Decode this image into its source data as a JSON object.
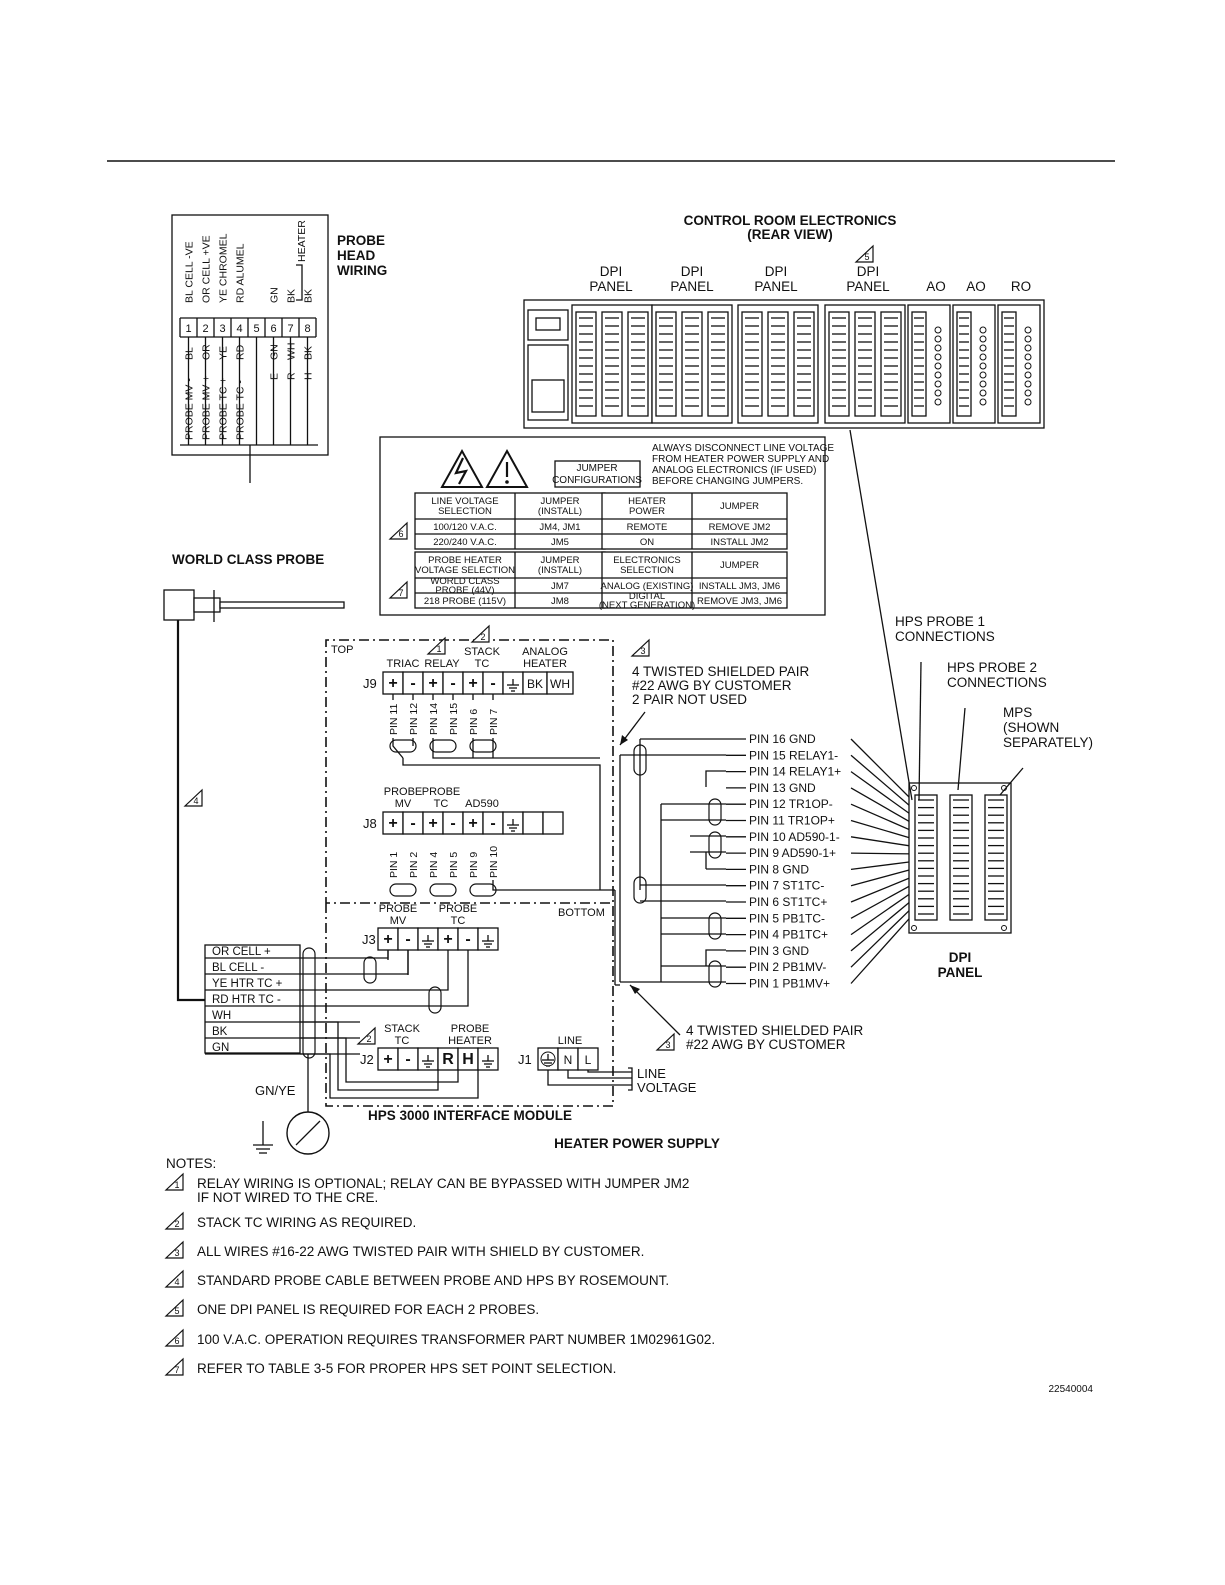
{
  "probe_head": {
    "title_lines": [
      "PROBE",
      "HEAD",
      "WIRING"
    ],
    "top_labels": [
      "BL CELL -VE",
      "OR CELL +VE",
      "YE CHROMEL",
      "RD ALUMEL",
      "",
      "GN",
      "BK",
      "BK"
    ],
    "heater_label": "HEATER",
    "terminals": [
      "1",
      "2",
      "3",
      "4",
      "5",
      "6",
      "7",
      "8"
    ],
    "color_codes": [
      "BL",
      "OR",
      "YE",
      "RD",
      "",
      "GN",
      "WH",
      "BK"
    ],
    "signal_labels": [
      "PROBE MV -",
      "PROBE MV +",
      "PROBE TC +",
      "PROBE TC -",
      "",
      "E",
      "R",
      "H"
    ]
  },
  "world_class_probe": "WORLD CLASS PROBE",
  "cre": {
    "title": "CONTROL ROOM ELECTRONICS",
    "subtitle": "(REAR VIEW)",
    "panels": [
      "DPI\nPANEL",
      "DPI\nPANEL",
      "DPI\nPANEL",
      "DPI\nPANEL",
      "AO",
      "AO",
      "RO"
    ]
  },
  "jumpers": {
    "header": "JUMPER CONFIGURATIONS",
    "warning": [
      "ALWAYS DISCONNECT LINE VOLTAGE",
      "FROM HEATER POWER SUPPLY AND",
      "ANALOG ELECTRONICS (IF USED)",
      "BEFORE CHANGING JUMPERS."
    ],
    "line_voltage": {
      "head": [
        "LINE VOLTAGE\nSELECTION",
        "JUMPER\n(INSTALL)"
      ],
      "rows": [
        [
          "100/120 V.A.C.",
          "JM4, JM1"
        ],
        [
          "220/240 V.A.C.",
          "JM5"
        ]
      ]
    },
    "heater_power": {
      "head": [
        "HEATER\nPOWER",
        "JUMPER"
      ],
      "rows": [
        [
          "REMOTE",
          "REMOVE JM2"
        ],
        [
          "ON",
          "INSTALL JM2"
        ]
      ]
    },
    "probe_heater": {
      "head": [
        "PROBE HEATER\nVOLTAGE SELECTION",
        "JUMPER\n(INSTALL)"
      ],
      "rows": [
        [
          "WORLD CLASS\nPROBE (44V)",
          "JM7"
        ],
        [
          "218 PROBE (115V)",
          "JM8"
        ]
      ]
    },
    "electronics": {
      "head": [
        "ELECTRONICS\nSELECTION",
        "JUMPER"
      ],
      "rows": [
        [
          "ANALOG (EXISTING)",
          "INSTALL JM3, JM6"
        ],
        [
          "DIGITAL\n(NEXT GENERATION)",
          "REMOVE JM3, JM6"
        ]
      ]
    }
  },
  "module": {
    "top_label": "TOP",
    "bottom_label": "BOTTOM",
    "name": "HPS 3000 INTERFACE MODULE",
    "supply_name": "HEATER POWER SUPPLY",
    "j9": {
      "label": "J9",
      "groups": [
        "TRIAC",
        "RELAY",
        "STACK\nTC",
        "ANALOG\nHEATER"
      ],
      "terms": [
        "+",
        "-",
        "+",
        "-",
        "+",
        "-",
        "⏚",
        "BK",
        "WH"
      ],
      "pins": [
        "PIN 11",
        "PIN 12",
        "PIN 14",
        "PIN 15",
        "PIN 6",
        "PIN 7"
      ]
    },
    "j8": {
      "label": "J8",
      "groups": [
        "PROBE\nMV",
        "PROBE\nTC",
        "AD590"
      ],
      "terms": [
        "+",
        "-",
        "+",
        "-",
        "+",
        "-",
        "⏚",
        "",
        ""
      ],
      "pins": [
        "PIN 1",
        "PIN 2",
        "PIN 4",
        "PIN 5",
        "PIN 9",
        "PIN 10"
      ]
    },
    "j3": {
      "label": "J3",
      "groups": [
        "PROBE\nMV",
        "PROBE\nTC"
      ],
      "terms": [
        "+",
        "-",
        "⏚",
        "+",
        "-",
        "⏚"
      ]
    },
    "j2": {
      "label": "J2",
      "groups": [
        "STACK\nTC",
        "PROBE\nHEATER"
      ],
      "terms": [
        "+",
        "-",
        "⏚",
        "R",
        "H",
        "⏚"
      ]
    },
    "j1": {
      "label": "J1",
      "group": "LINE",
      "terms": [
        "⏚",
        "N",
        "L"
      ]
    },
    "line_voltage": [
      "LINE",
      "VOLTAGE"
    ]
  },
  "cable_wires": [
    "OR CELL +",
    "BL CELL -",
    "YE HTR TC +",
    "RD HTR TC -",
    "WH",
    "BK",
    "GN"
  ],
  "gnye": "GN/YE",
  "twisted_top": [
    "4 TWISTED SHIELDED PAIR",
    "#22 AWG BY CUSTOMER",
    "2 PAIR NOT USED"
  ],
  "twisted_bottom": [
    "4 TWISTED SHIELDED PAIR",
    "#22 AWG BY CUSTOMER"
  ],
  "pins": [
    "PIN 16 GND",
    "PIN 15 RELAY1-",
    "PIN 14 RELAY1+",
    "PIN 13 GND",
    "PIN 12 TR1OP-",
    "PIN 11 TR1OP+",
    "PIN 10 AD590-1-",
    "PIN 9  AD590-1+",
    "PIN 8  GND",
    "PIN 7  ST1TC-",
    "PIN 6  ST1TC+",
    "PIN 5  PB1TC-",
    "PIN 4  PB1TC+",
    "PIN 3  GND",
    "PIN 2  PB1MV-",
    "PIN 1  PB1MV+"
  ],
  "hps1": [
    "HPS PROBE 1",
    "CONNECTIONS"
  ],
  "hps2": [
    "HPS PROBE 2",
    "CONNECTIONS"
  ],
  "mps": [
    "MPS",
    "(SHOWN",
    "SEPARATELY)"
  ],
  "dpi_panel": [
    "DPI",
    "PANEL"
  ],
  "notes_title": "NOTES:",
  "notes": [
    {
      "n": "1",
      "lines": [
        "RELAY WIRING IS OPTIONAL; RELAY CAN BE BYPASSED WITH JUMPER JM2",
        "IF NOT WIRED TO THE CRE."
      ]
    },
    {
      "n": "2",
      "lines": [
        "STACK TC WIRING AS REQUIRED."
      ]
    },
    {
      "n": "3",
      "lines": [
        "ALL WIRES #16-22 AWG TWISTED PAIR WITH SHIELD BY CUSTOMER."
      ]
    },
    {
      "n": "4",
      "lines": [
        "STANDARD PROBE CABLE BETWEEN PROBE AND HPS BY ROSEMOUNT."
      ]
    },
    {
      "n": "5",
      "lines": [
        "ONE DPI PANEL IS REQUIRED FOR EACH 2 PROBES."
      ]
    },
    {
      "n": "6",
      "lines": [
        "100 V.A.C. OPERATION REQUIRES TRANSFORMER PART NUMBER 1M02961G02."
      ]
    },
    {
      "n": "7",
      "lines": [
        "REFER TO TABLE 3-5 FOR PROPER HPS SET POINT SELECTION."
      ]
    }
  ],
  "drawing_number": "22540004"
}
